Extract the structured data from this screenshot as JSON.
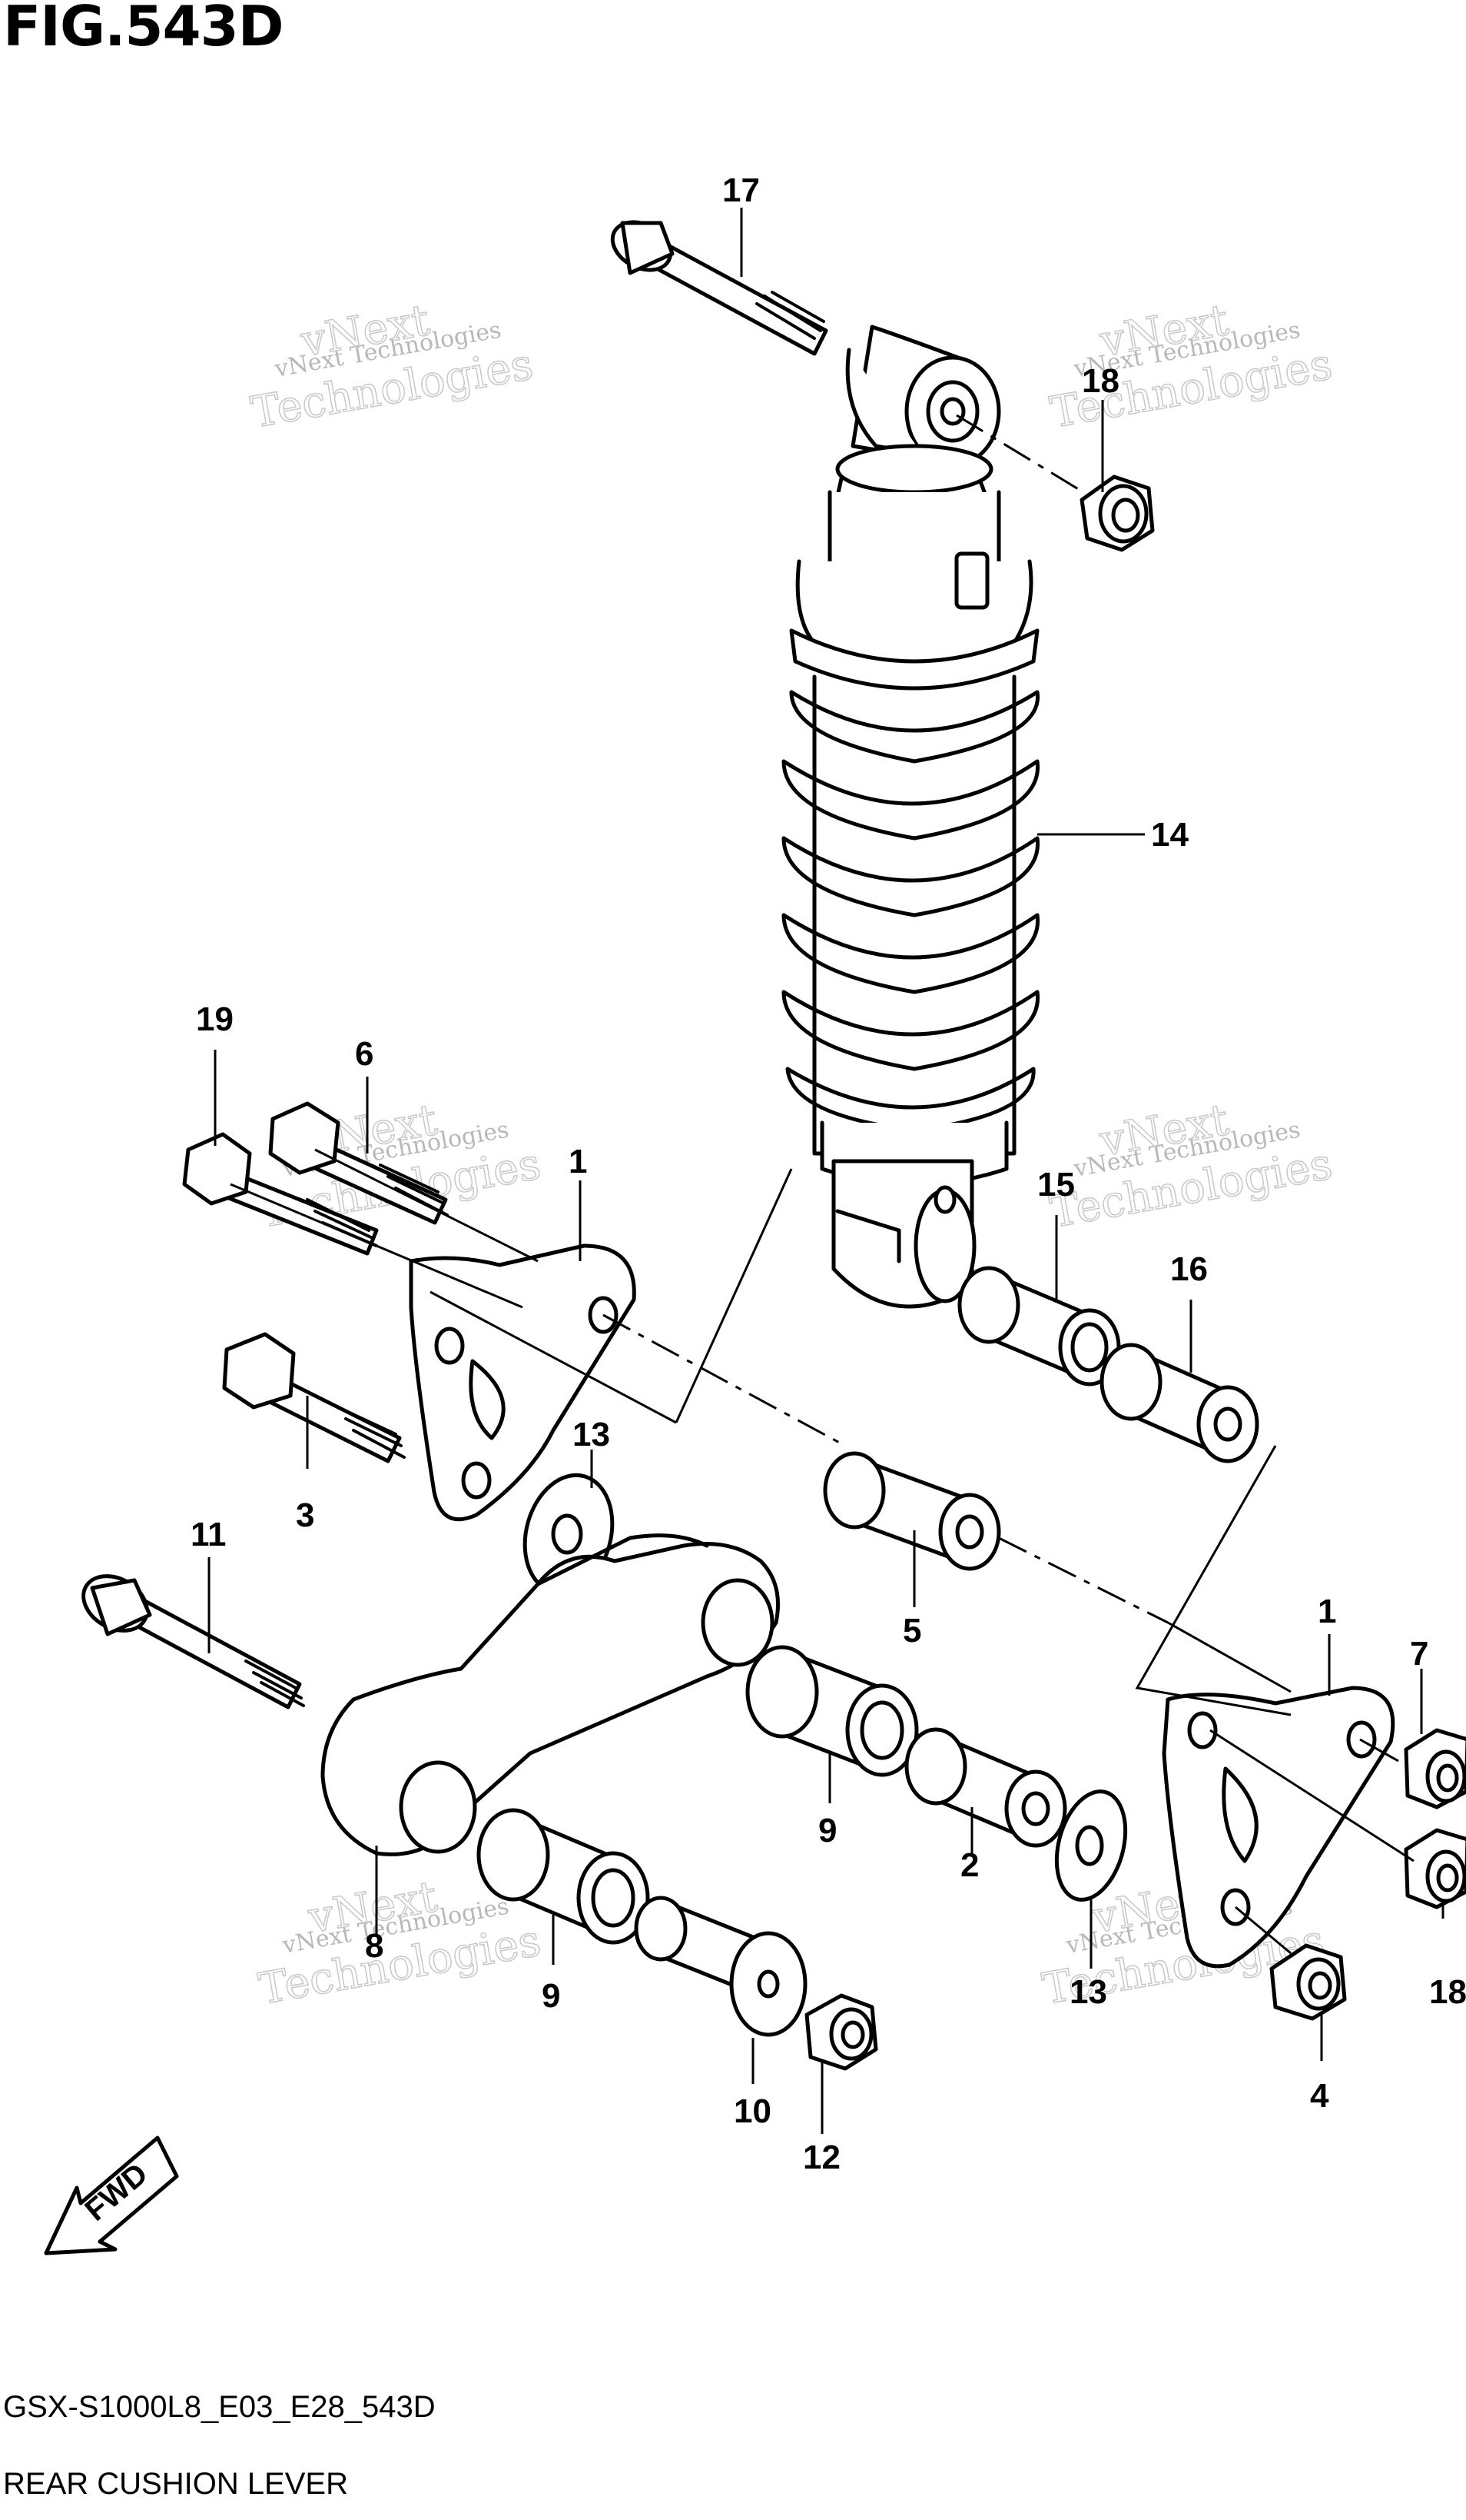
{
  "figure": {
    "title": "FIG.543D",
    "code": "GSX-S1000L8_E03_E28_543D",
    "caption": "REAR CUSHION LEVER",
    "fwd_label": "FWD"
  },
  "watermark": {
    "line1": "vNext Technologies",
    "line2": "vNext",
    "line3": "Technologies"
  },
  "callouts": [
    "17",
    "18",
    "14",
    "19",
    "6",
    "1",
    "15",
    "16",
    "13",
    "3",
    "5",
    "11",
    "1",
    "7",
    "9",
    "2",
    "8",
    "18",
    "9",
    "13",
    "4",
    "10",
    "12"
  ]
}
